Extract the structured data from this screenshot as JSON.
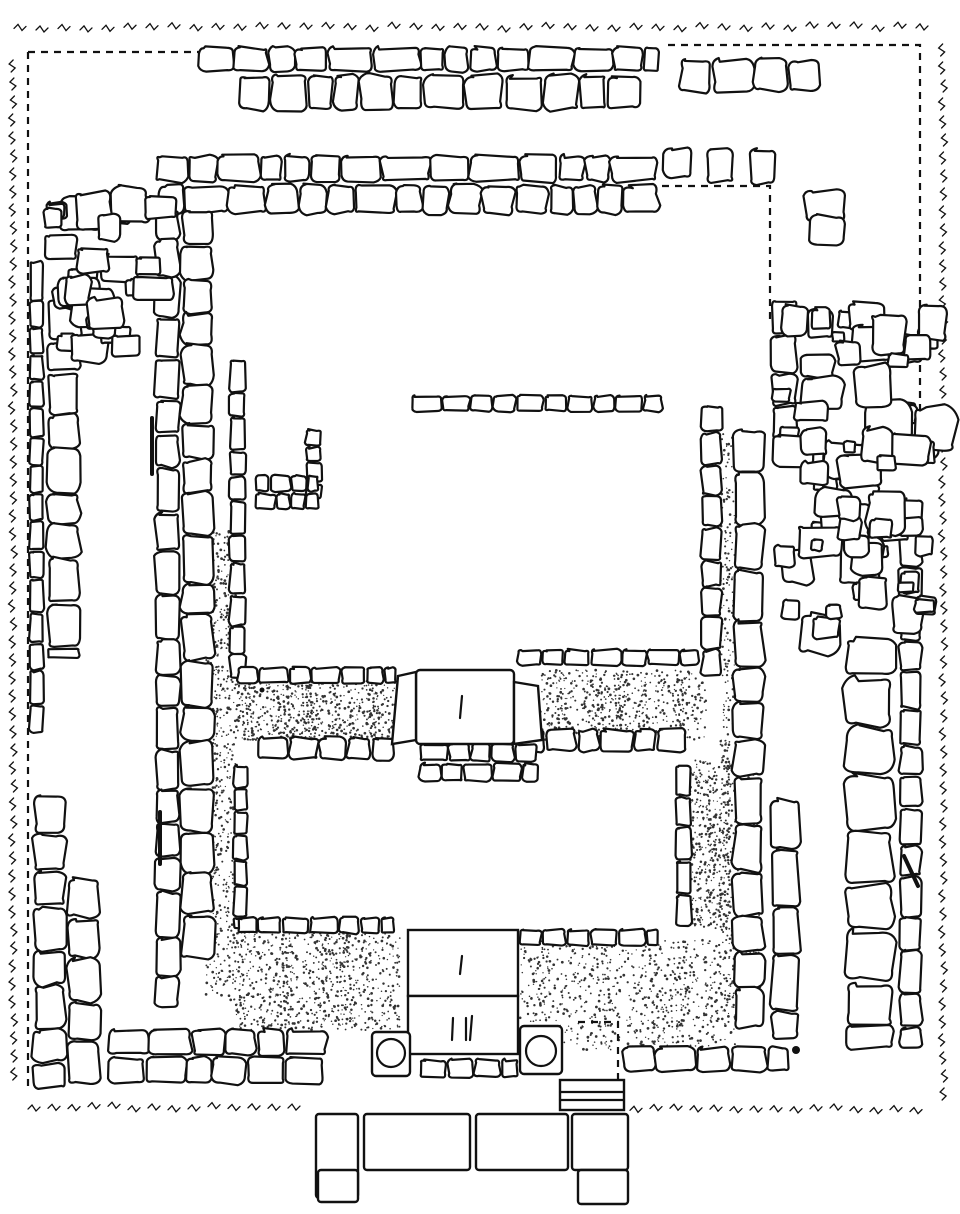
{
  "figure": {
    "type": "archaeological ground plan (line drawing)",
    "colors": {
      "ink": "#111111",
      "paper": "#ffffff",
      "gravel": "#333333"
    },
    "labels": {
      "upper_slab_mark": "1",
      "lower_slab_mark": "1",
      "bottom_slab_mark": "11"
    }
  }
}
